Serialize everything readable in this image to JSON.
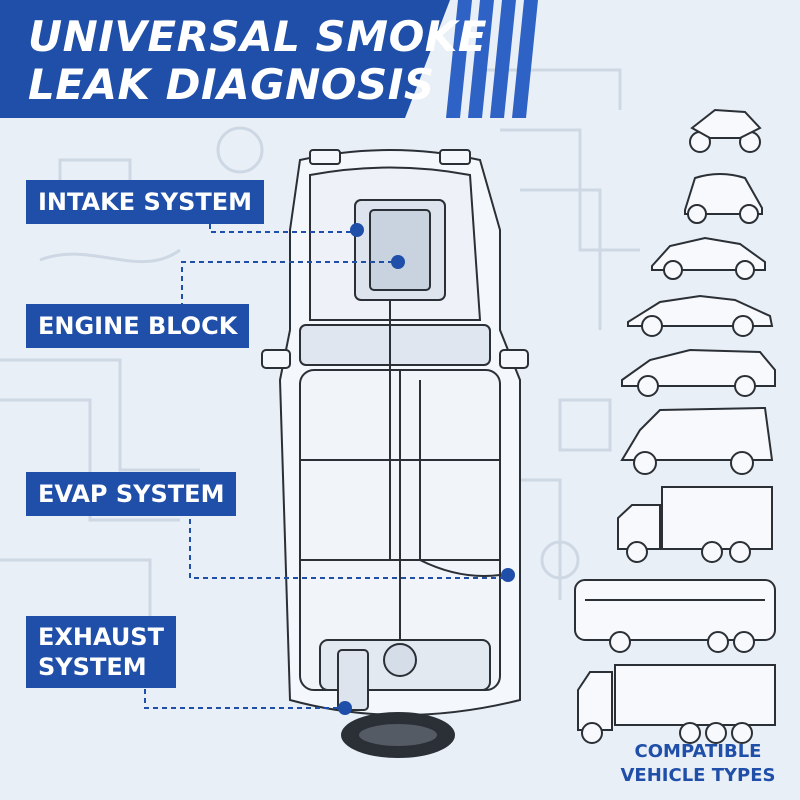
{
  "title": {
    "line1": "UNIVERSAL SMOKE",
    "line2": "LEAK DIAGNOSIS"
  },
  "labels": {
    "intake": "INTAKE SYSTEM",
    "engine": "ENGINE BLOCK",
    "evap": "EVAP SYSTEM",
    "exhaust_line1": "EXHAUST",
    "exhaust_line2": "SYSTEM"
  },
  "compatible": {
    "line1": "COMPATIBLE",
    "line2": "VEHICLE TYPES"
  },
  "vehicle_types": [
    "motorcycle-icon",
    "microcar-icon",
    "hatchback-icon",
    "sedan-icon",
    "wagon-icon",
    "van-icon",
    "box-truck-icon",
    "bus-icon",
    "semi-truck-icon"
  ],
  "colors": {
    "brand_blue": "#1f4fa8",
    "background": "#e9eff6",
    "line_art": "#2b2f36"
  }
}
